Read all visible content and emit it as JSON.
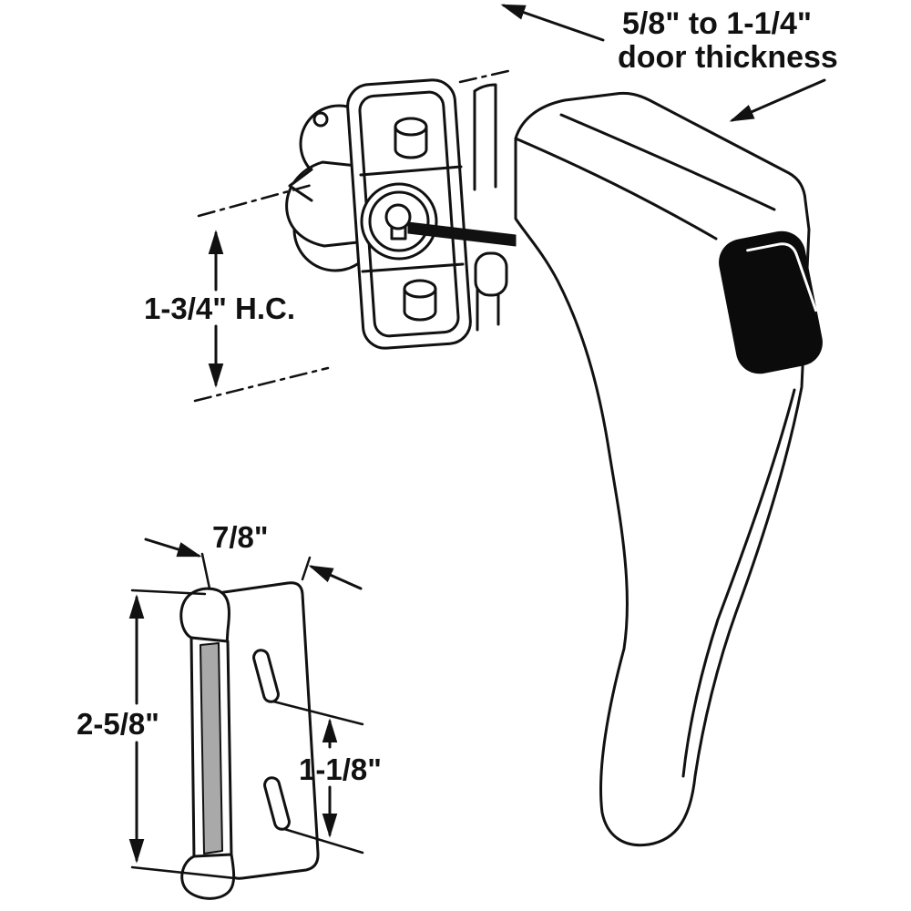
{
  "diagram": {
    "type": "technical-line-drawing",
    "subject": "push-button door handle with mounting plate and strike bracket",
    "annotations": {
      "door_thickness_line1": "5/8\" to 1-1/4\"",
      "door_thickness_line2": "door thickness",
      "hole_centers": "1-3/4\" H.C.",
      "strike_plate_width": "7/8\"",
      "strike_plate_height": "2-5/8\"",
      "slot_spacing": "1-1/8\""
    },
    "colors": {
      "line": "#111111",
      "background": "#ffffff",
      "button": "#0b0b0b",
      "bracket_shade": "#a9a9a9"
    }
  }
}
